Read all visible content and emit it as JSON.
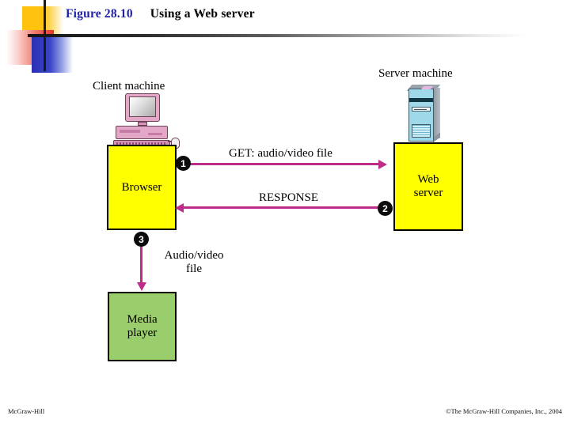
{
  "slide": {
    "title": {
      "figure_number": "Figure 28.10",
      "caption": "Using a Web server"
    },
    "footer": {
      "left": "McGraw-Hill",
      "right": "©The McGraw-Hill Companies, Inc., 2004"
    }
  },
  "diagram": {
    "client_label": "Client machine",
    "server_label": "Server machine",
    "boxes": {
      "browser": {
        "label": "Browser",
        "color": "#FFFF00"
      },
      "web_server": {
        "label_line1": "Web",
        "label_line2": "server",
        "color": "#FFFF00"
      },
      "media_player": {
        "label_line1": "Media",
        "label_line2": "player",
        "color": "#9ACD6B"
      }
    },
    "arrows": [
      {
        "step": "1",
        "label": "GET: audio/video file",
        "direction": "right",
        "color": "#BE2C8A"
      },
      {
        "step": "2",
        "label": "RESPONSE",
        "direction": "left",
        "color": "#BE2C8A"
      },
      {
        "step": "3",
        "label_line1": "Audio/video",
        "label_line2": "file",
        "direction": "down",
        "color": "#BE2C8A"
      }
    ],
    "icons": {
      "client": "desktop-computer-icon",
      "server": "server-tower-icon"
    }
  }
}
